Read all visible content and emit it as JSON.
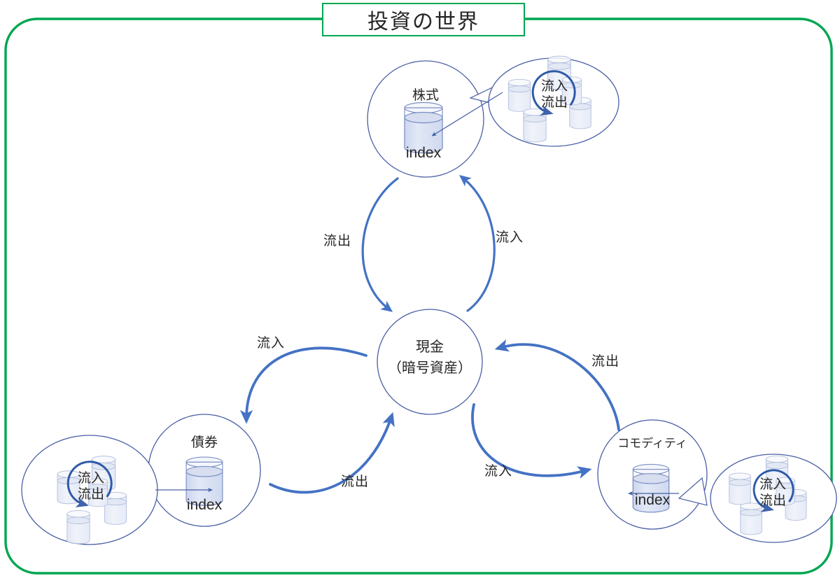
{
  "title": {
    "text": "投資の世界",
    "border_color": "#00a650"
  },
  "frame": {
    "border_color": "#00a650"
  },
  "colors": {
    "node_outline": "#4a5fa5",
    "arrow": "#4472c4",
    "cylinder_fill": "#dbe2f2",
    "cylinder_outline": "#7d8fc4",
    "text": "#262626"
  },
  "nodes": [
    {
      "id": "stock",
      "label": "株式",
      "index_label": "index"
    },
    {
      "id": "cash",
      "label": "現金\n（暗号資産）",
      "label_line1": "現金",
      "label_line2": "（暗号資産）"
    },
    {
      "id": "bond",
      "label": "債券",
      "index_label": "index"
    },
    {
      "id": "commodity",
      "label": "コモディティ",
      "index_label": "index"
    }
  ],
  "callouts": [
    {
      "id": "stock-callout",
      "line1": "流入",
      "line2": "流出"
    },
    {
      "id": "bond-callout",
      "line1": "流入",
      "line2": "流出"
    },
    {
      "id": "commodity-callout",
      "line1": "流入",
      "line2": "流出"
    }
  ],
  "flows": [
    {
      "id": "stock-to-cash",
      "label": "流出"
    },
    {
      "id": "cash-to-stock",
      "label": "流入"
    },
    {
      "id": "cash-to-bond",
      "label": "流入"
    },
    {
      "id": "bond-to-cash",
      "label": "流出"
    },
    {
      "id": "commodity-to-cash",
      "label": "流出"
    },
    {
      "id": "cash-to-commodity",
      "label": "流入"
    }
  ],
  "icons": {
    "cylinder": "cylinder-icon",
    "circular_arrow": "circular-arrow-icon"
  }
}
